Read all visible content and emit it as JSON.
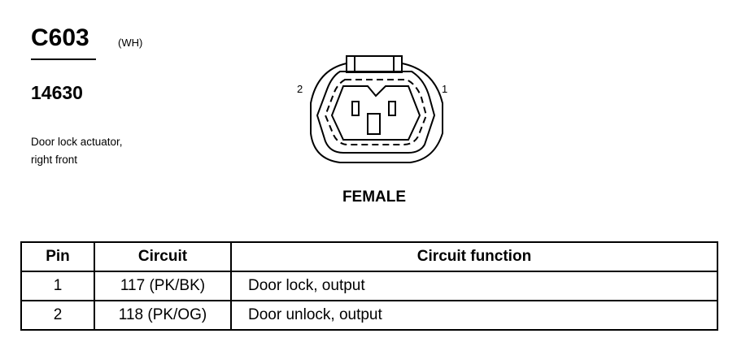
{
  "connector": {
    "id": "C603",
    "color_code": "(WH)",
    "part_number": "14630",
    "description_lines": [
      "Door lock actuator,",
      "right front"
    ]
  },
  "diagram": {
    "pin_labels": [
      "2",
      "1"
    ],
    "gender": "FEMALE"
  },
  "table": {
    "headers": [
      "Pin",
      "Circuit",
      "Circuit function"
    ],
    "rows": [
      {
        "pin": "1",
        "circuit": "117 (PK/BK)",
        "function": "Door lock, output"
      },
      {
        "pin": "2",
        "circuit": "118 (PK/OG)",
        "function": "Door unlock, output"
      }
    ]
  }
}
